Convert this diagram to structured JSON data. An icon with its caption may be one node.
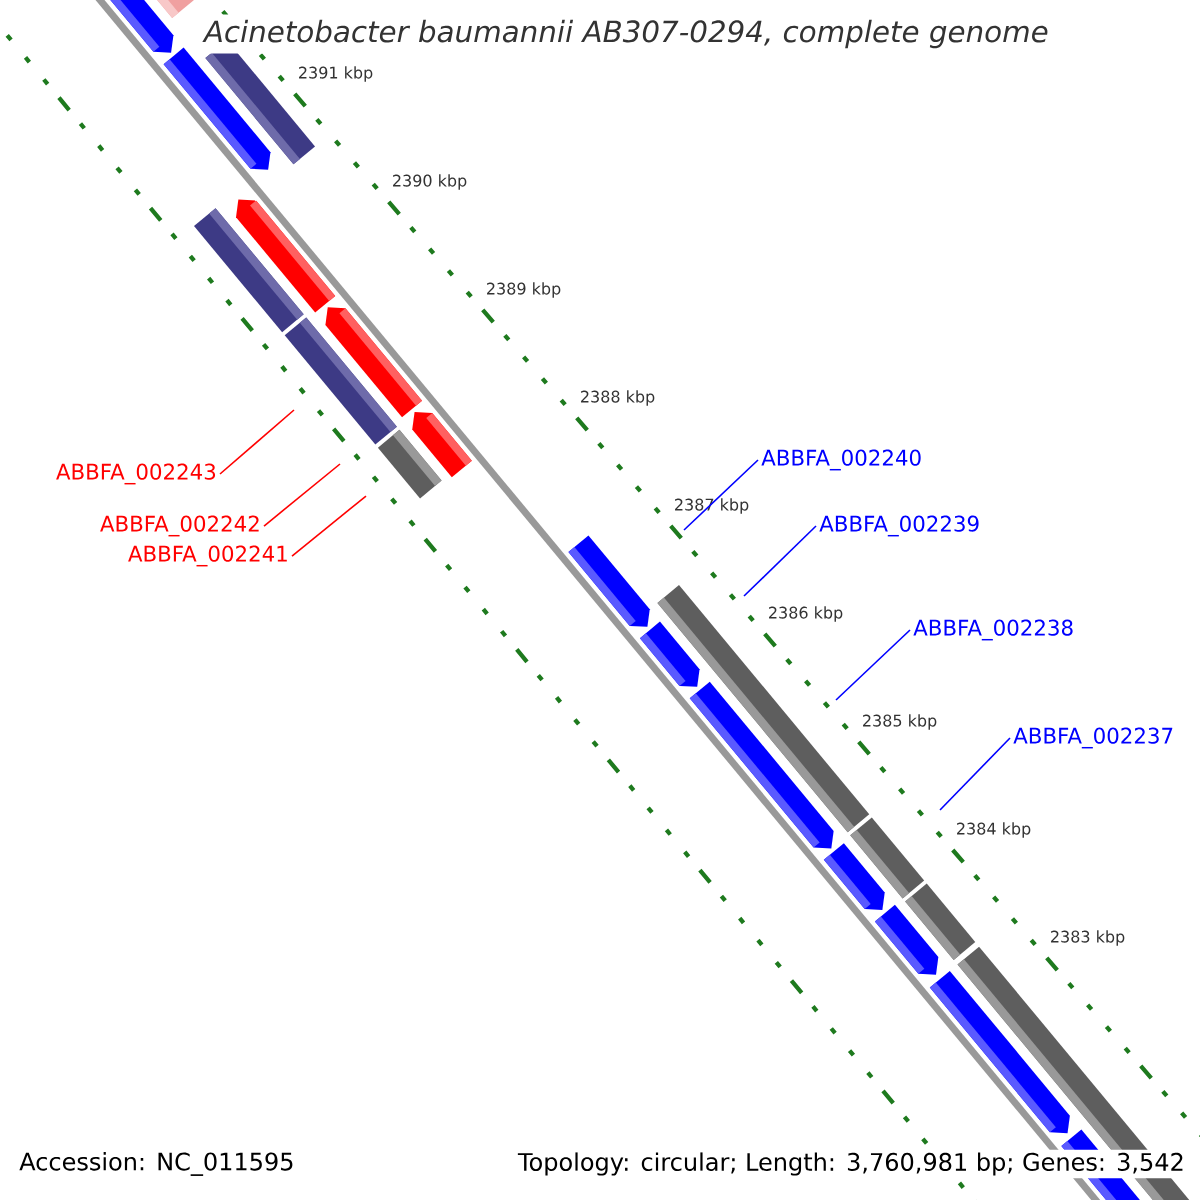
{
  "diagram": {
    "title": "Acinetobacter baumannii AB307-0294, complete genome",
    "nodes": [
      {
        "text": [
          "ABBFA_002240"
        ]
      },
      {
        "text": [
          "ABBFA_002243"
        ]
      },
      {
        "text": [
          "ABBFA_002239"
        ]
      },
      {
        "text": [
          "ABBFA_002242"
        ]
      },
      {
        "text": [
          "ABBFA_002241"
        ]
      },
      {
        "text": [
          "ABBFA_002238"
        ]
      },
      {
        "text": [
          "ABBFA_002237"
        ]
      }
    ],
    "edges": [
      {
        "from": 0,
        "to": null,
        "arrow": "none"
      },
      {
        "from": 1,
        "to": null,
        "arrow": "none",
        "color": "#ff0000"
      },
      {
        "from": 2,
        "to": null,
        "arrow": "none"
      },
      {
        "from": 3,
        "to": null,
        "arrow": "none",
        "color": "#ff0000"
      },
      {
        "from": 4,
        "to": null,
        "arrow": "none",
        "color": "#ff0000"
      },
      {
        "from": 5,
        "to": null,
        "arrow": "none"
      },
      {
        "from": 6,
        "to": null,
        "arrow": "none"
      }
    ],
    "labels": [
      "2391 kbp",
      "2390 kbp",
      "2389 kbp",
      "2388 kbp",
      "2387 kbp",
      "2386 kbp",
      "2385 kbp",
      "2384 kbp",
      "2383 kbp",
      "Accession: NC_011595",
      "Topology: circular; Length: 3,760,981 bp; Genes: 3,542"
    ]
  }
}
